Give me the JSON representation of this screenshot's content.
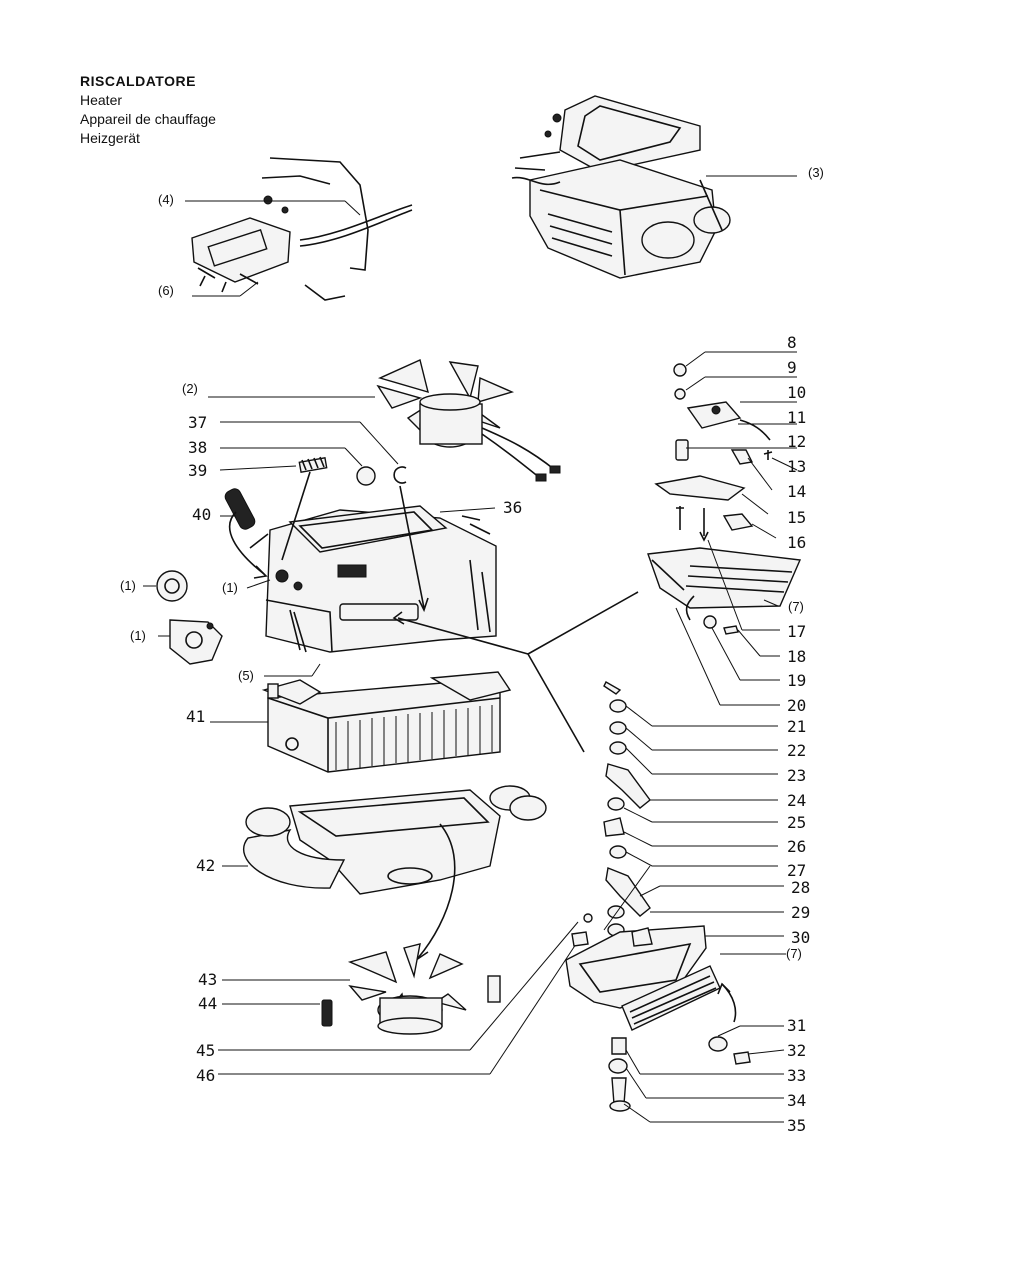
{
  "title": {
    "italian": "RISCALDATORE",
    "english": "Heater",
    "french": "Appareil de chauffage",
    "german": "Heizgerät"
  },
  "callouts": {
    "p1a": "(1)",
    "p1b": "(1)",
    "p1c": "(1)",
    "p2": "(2)",
    "p3": "(3)",
    "p4": "(4)",
    "p5": "(5)",
    "p6": "(6)",
    "p7a": "(7)",
    "p7b": "(7)",
    "n8": "8",
    "n9": "9",
    "n10": "10",
    "n11": "11",
    "n12": "12",
    "n13": "13",
    "n14": "14",
    "n15": "15",
    "n16": "16",
    "n17": "17",
    "n18": "18",
    "n19": "19",
    "n20": "20",
    "n21": "21",
    "n22": "22",
    "n23": "23",
    "n24": "24",
    "n25": "25",
    "n26": "26",
    "n27": "27",
    "n28": "28",
    "n29": "29",
    "n30": "30",
    "n31": "31",
    "n32": "32",
    "n33": "33",
    "n34": "34",
    "n35": "35",
    "n36": "36",
    "n37": "37",
    "n38": "38",
    "n39": "39",
    "n40": "40",
    "n41": "41",
    "n42": "42",
    "n43": "43",
    "n44": "44",
    "n45": "45",
    "n46": "46"
  }
}
